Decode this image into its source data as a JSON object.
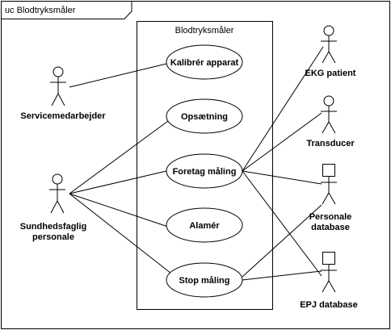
{
  "frame": {
    "title": "uc Blodtryksmåler"
  },
  "system": {
    "title": "Blodtryksmåler"
  },
  "use_cases": {
    "kalibrer": "Kalibrér apparat",
    "opsaetning": "Opsætning",
    "foretag": "Foretag måling",
    "alarmer": "Alamér",
    "stop": "Stop måling"
  },
  "actors": {
    "service": "Servicemedarbejder",
    "sundhed_line1": "Sundhedsfaglig",
    "sundhed_line2": "personale",
    "ekg": "EKG patient",
    "transducer": "Transducer",
    "personale_line1": "Personale",
    "personale_line2": "database",
    "epj": "EPJ database"
  }
}
